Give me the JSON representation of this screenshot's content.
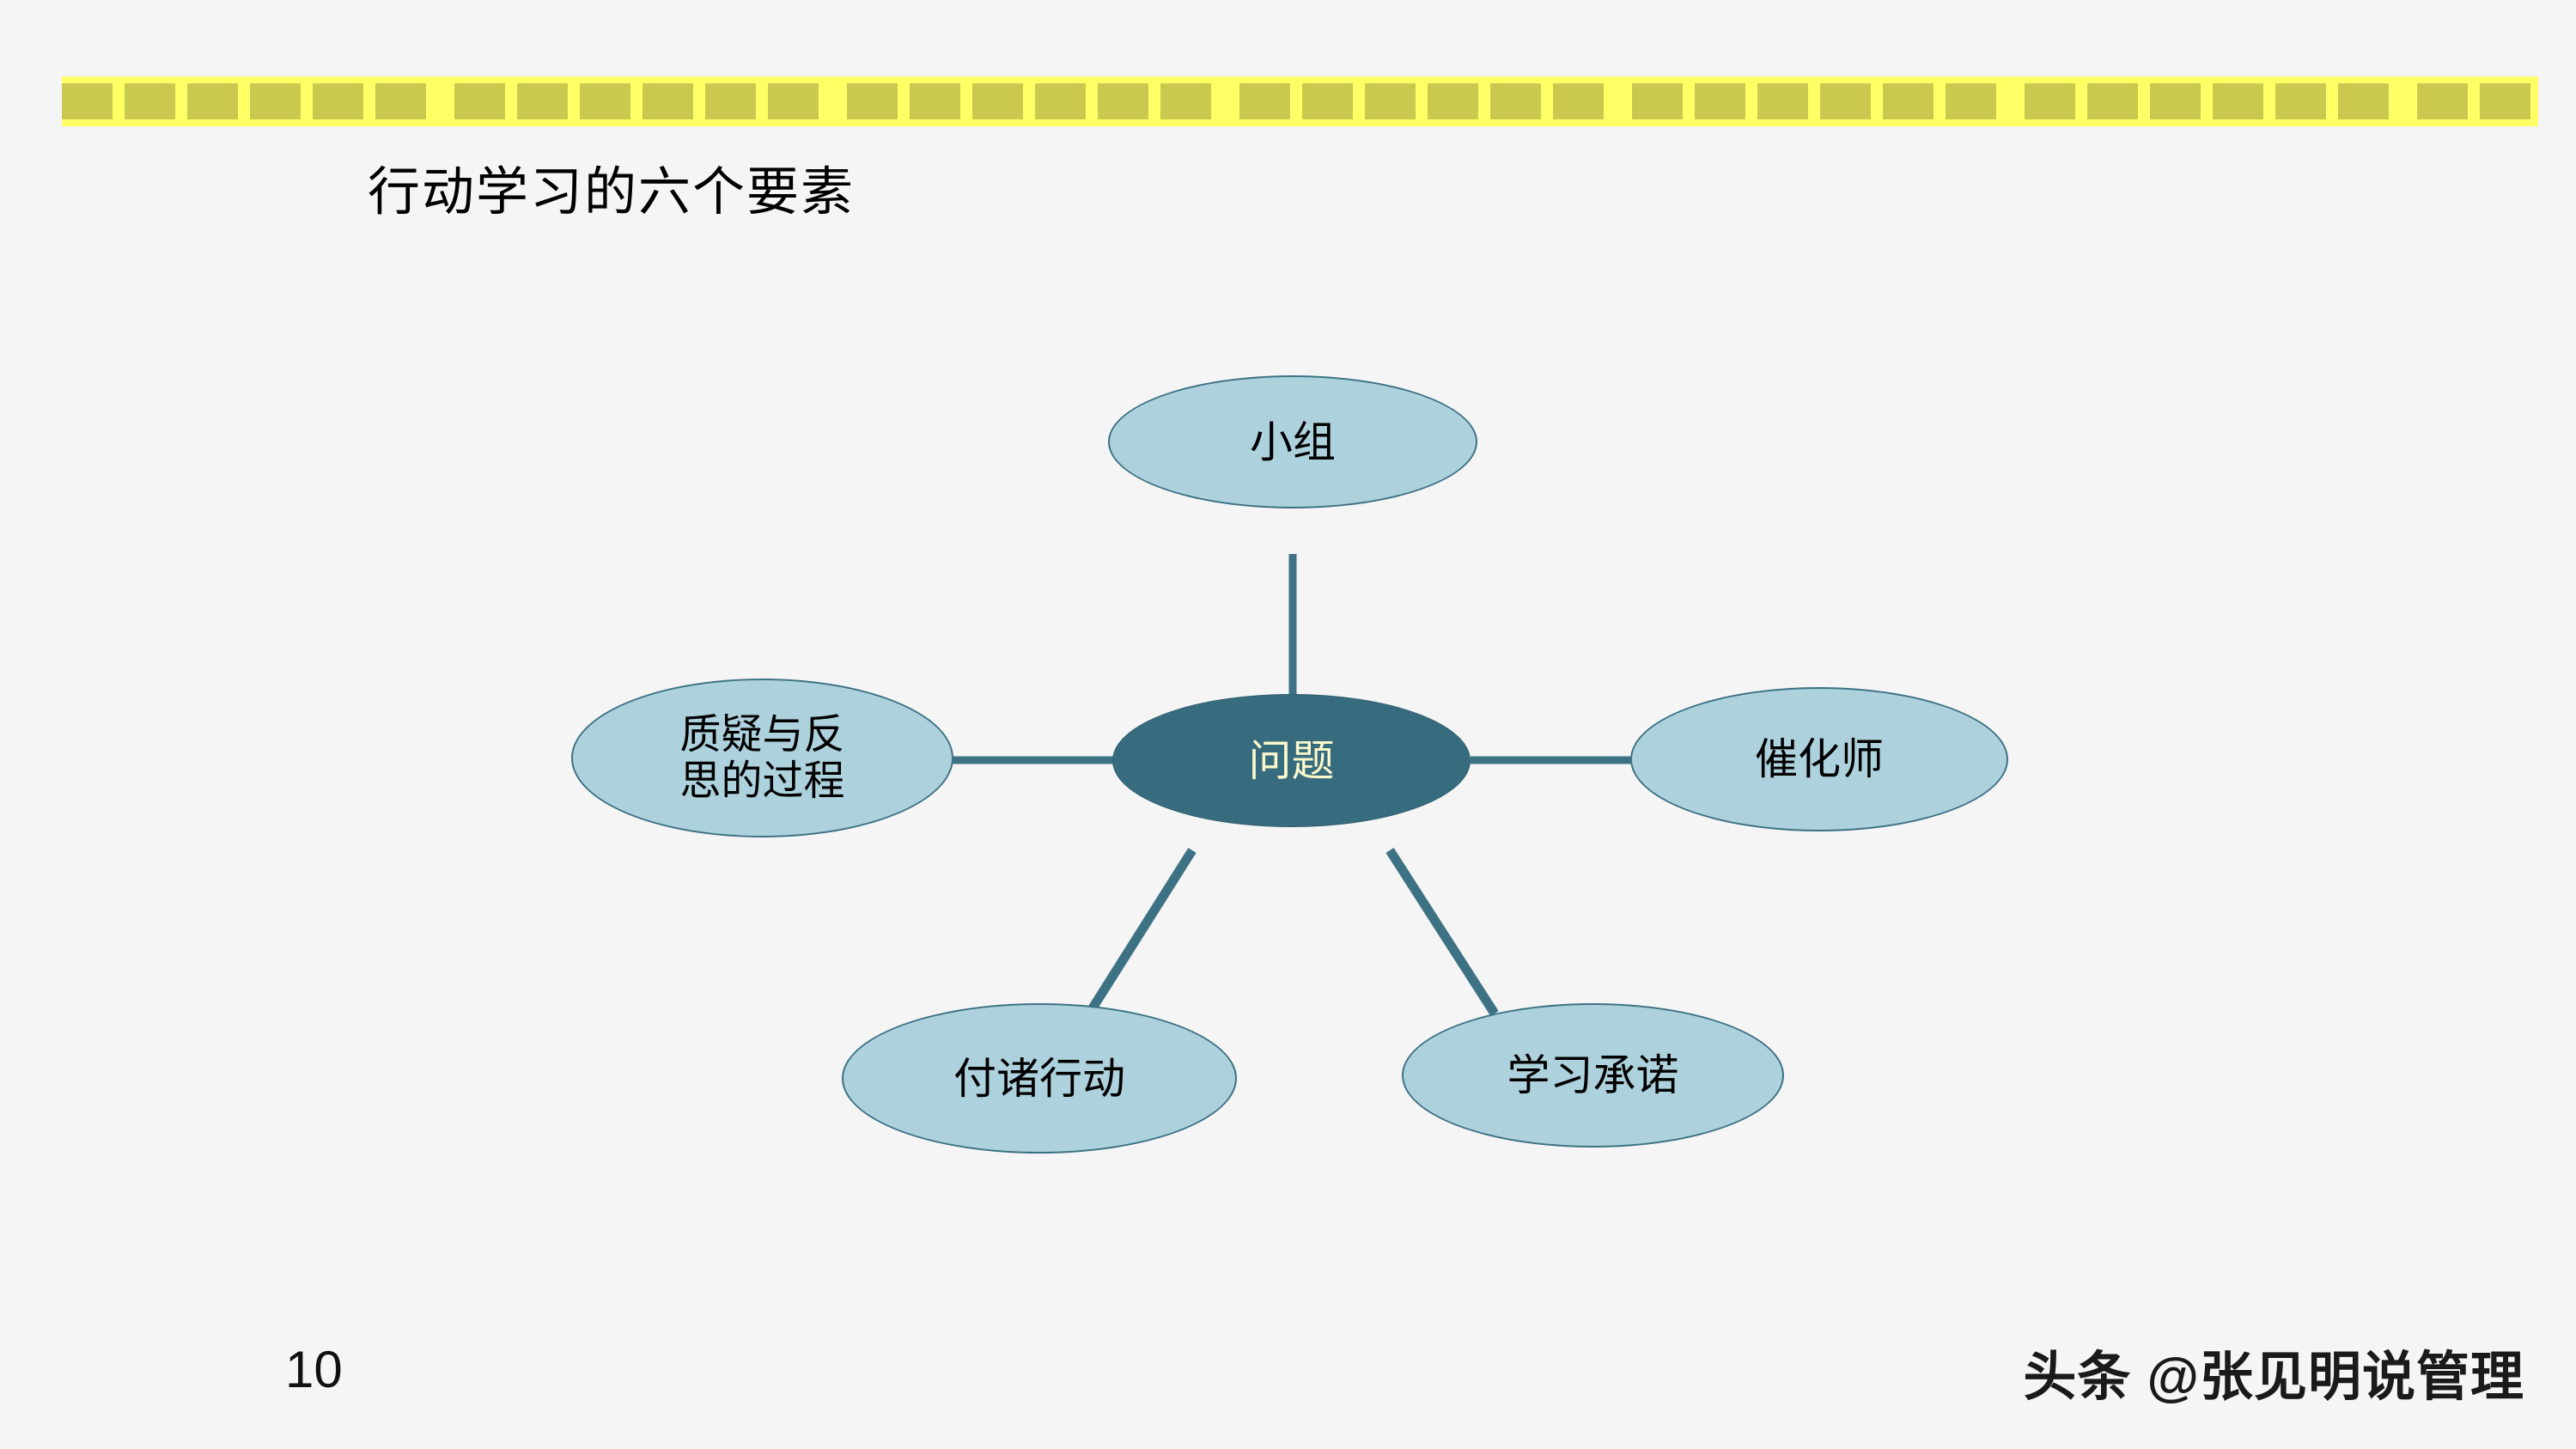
{
  "slide": {
    "background_color": "#f5f5f5",
    "page_number": "10",
    "watermark": "头条 @张见明说管理"
  },
  "header": {
    "title": "行动学习的六个要素",
    "band": {
      "background_color": "#ffff66",
      "square_color": "#c9c94f",
      "group_count": 9,
      "squares_per_group": 6
    }
  },
  "chart_data": {
    "type": "diagram",
    "subtype": "hub-and-spoke",
    "title": "行动学习的六个要素",
    "center": {
      "label": "问题",
      "fill": "#376b7e",
      "text_color": "#fbf8cc"
    },
    "nodes": [
      {
        "id": "group",
        "label": "小组",
        "position": "top",
        "fill": "#aed2dd",
        "text_color": "#000000"
      },
      {
        "id": "facilitator",
        "label": "催化师",
        "position": "right",
        "fill": "#aed2dd",
        "text_color": "#000000"
      },
      {
        "id": "commitment",
        "label": "学习承诺",
        "position": "bottom-right",
        "fill": "#aed2dd",
        "text_color": "#000000"
      },
      {
        "id": "action",
        "label": "付诸行动",
        "position": "bottom-left",
        "fill": "#aed2dd",
        "text_color": "#000000"
      },
      {
        "id": "reflection",
        "label": "质疑与反\n思的过程",
        "position": "left",
        "fill": "#aed2dd",
        "text_color": "#000000"
      }
    ],
    "edges": [
      {
        "from": "问题",
        "to": "小组"
      },
      {
        "from": "问题",
        "to": "催化师"
      },
      {
        "from": "问题",
        "to": "学习承诺"
      },
      {
        "from": "问题",
        "to": "付诸行动"
      },
      {
        "from": "问题",
        "to": "质疑与反思的过程"
      }
    ],
    "edge_color": "#3d7285",
    "edge_width": 9
  }
}
